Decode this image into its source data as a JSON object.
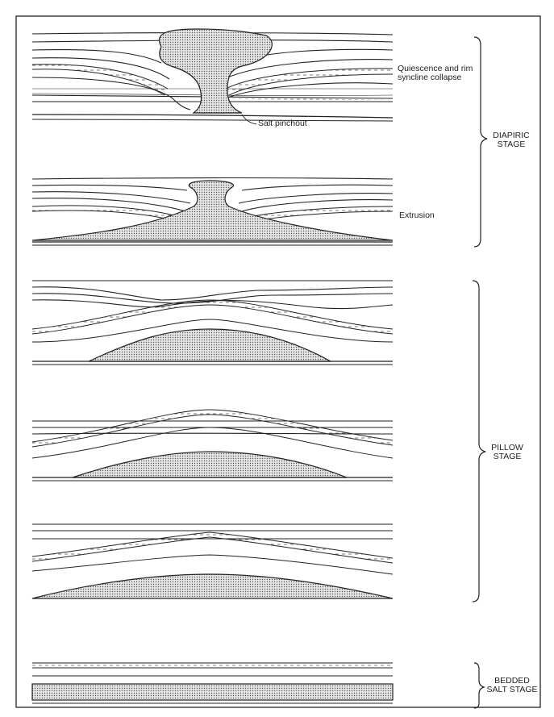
{
  "annotations": {
    "quiescence": "Quiescence and rim syncline collapse",
    "salt_pinchout": "Salt pinchout",
    "extrusion": "Extrusion"
  },
  "stages": {
    "diapiric": "DIAPIRIC STAGE",
    "pillow": "PILLOW STAGE",
    "bedded_salt": "BEDDED SALT STAGE"
  },
  "colors": {
    "ink": "#222222",
    "salt_fill": "#dcdcdc",
    "paper": "#ffffff"
  }
}
